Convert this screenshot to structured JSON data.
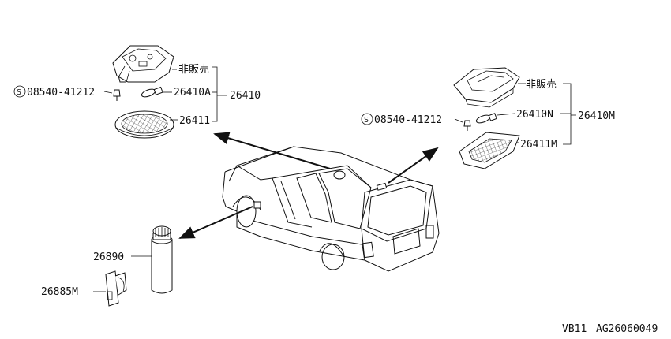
{
  "labels": {
    "left_not_sold": "非販売",
    "left_screw": "08540-41212",
    "left_bulb": "26410A",
    "left_assy": "26410",
    "left_lens": "26411",
    "right_not_sold": "非販売",
    "right_screw": "08540-41212",
    "right_bulb": "26410N",
    "right_assy": "26410M",
    "right_lens": "26411M",
    "flashlight": "26890",
    "bracket": "26885M",
    "screw_symbol": "S"
  },
  "footer": {
    "model": "VB11",
    "code": "AG26060049"
  }
}
